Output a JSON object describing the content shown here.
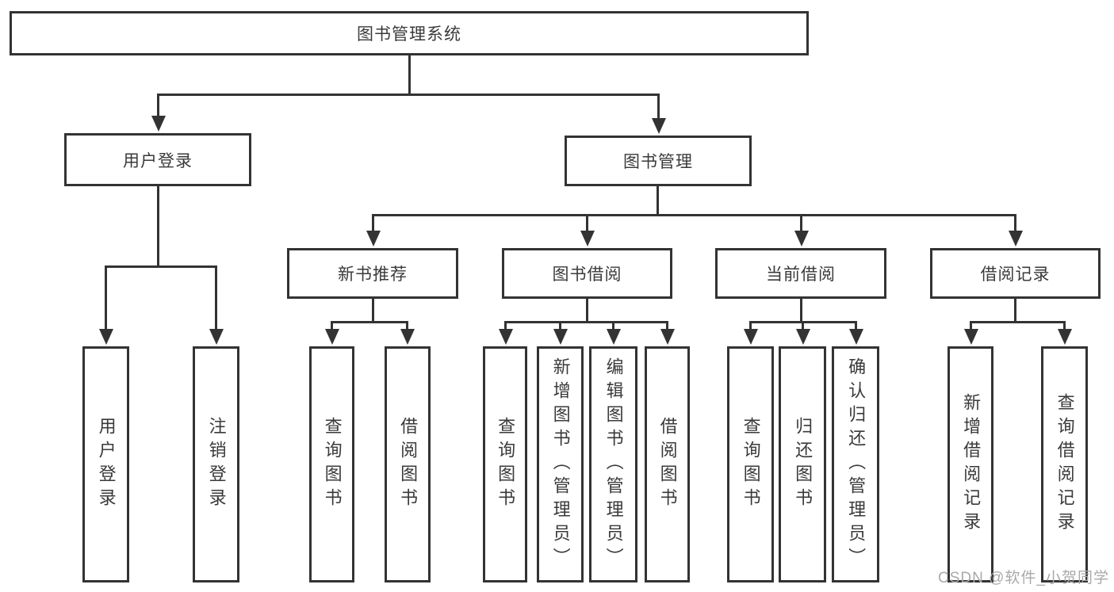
{
  "tree": {
    "root": {
      "label": "图书管理系统",
      "children": [
        {
          "label": "用户登录",
          "children": [
            {
              "label": "用户登录"
            },
            {
              "label": "注销登录"
            }
          ]
        },
        {
          "label": "图书管理",
          "children": [
            {
              "label": "新书推荐",
              "children": [
                {
                  "label": "查询图书"
                },
                {
                  "label": "借阅图书"
                }
              ]
            },
            {
              "label": "图书借阅",
              "children": [
                {
                  "label": "查询图书"
                },
                {
                  "label": "新增图书（管理员）"
                },
                {
                  "label": "编辑图书（管理员）"
                },
                {
                  "label": "借阅图书"
                }
              ]
            },
            {
              "label": "当前借阅",
              "children": [
                {
                  "label": "查询图书"
                },
                {
                  "label": "归还图书"
                },
                {
                  "label": "确认归还（管理员）"
                }
              ]
            },
            {
              "label": "借阅记录",
              "children": [
                {
                  "label": "新增借阅记录"
                },
                {
                  "label": "查询借阅记录"
                }
              ]
            }
          ]
        }
      ]
    }
  },
  "watermark": {
    "text": "CSDN @软件_小贺同学"
  },
  "colors": {
    "line": "#333333",
    "text": "#3a3a3a",
    "background": "#ffffff",
    "watermark": "#a9a9a9"
  }
}
